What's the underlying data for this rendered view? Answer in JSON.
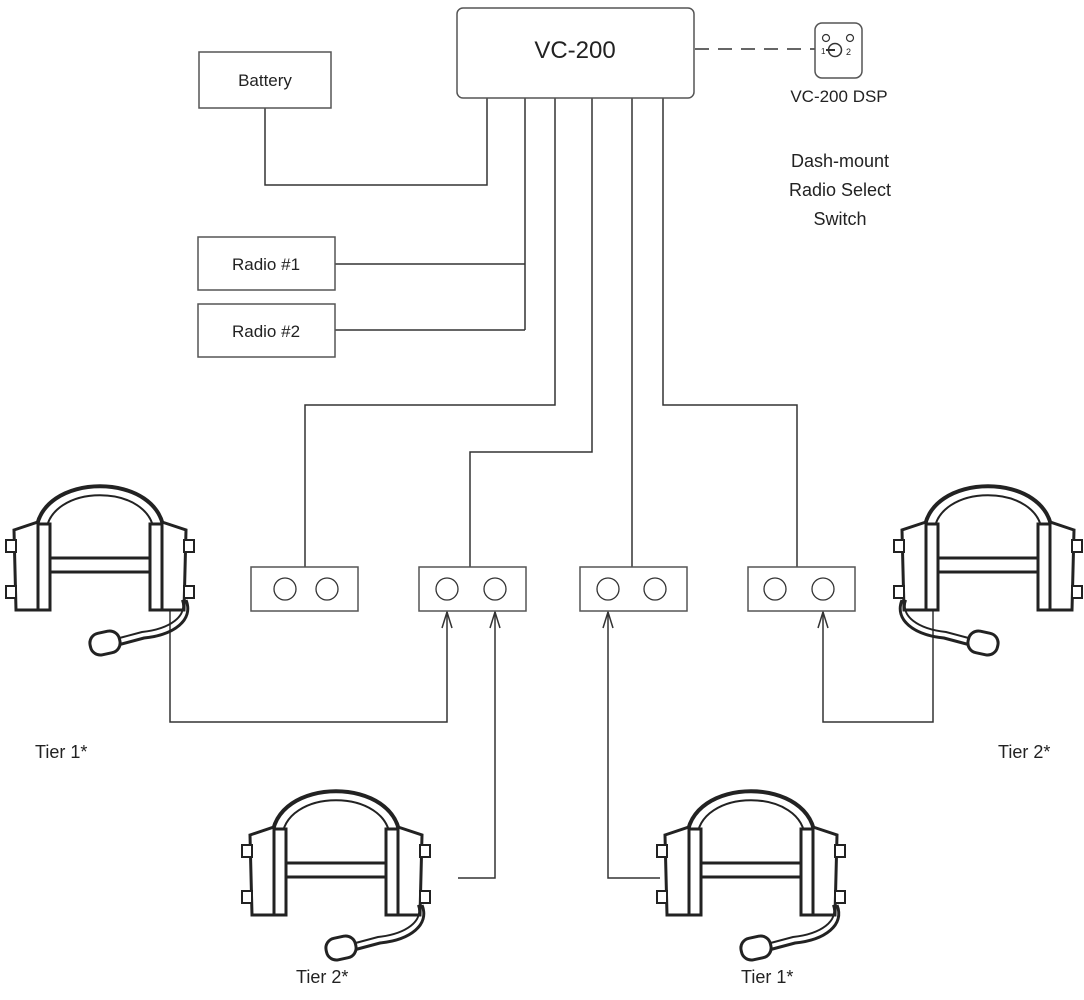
{
  "controller": {
    "label": "VC-200"
  },
  "battery": {
    "label": "Battery"
  },
  "radios": [
    {
      "label": "Radio #1"
    },
    {
      "label": "Radio #2"
    }
  ],
  "dsp": {
    "label": "VC-200 DSP",
    "switch_marks": [
      "1",
      "2"
    ]
  },
  "dash_mount": {
    "line1": "Dash-mount",
    "line2": "Radio Select",
    "line3": "Switch"
  },
  "headsets": [
    {
      "tier": "Tier 1*"
    },
    {
      "tier": "Tier 2*"
    },
    {
      "tier": "Tier 1*"
    },
    {
      "tier": "Tier 2*"
    }
  ],
  "jack_boxes": 4,
  "colors": {
    "line": "#333333",
    "box_border": "#555555",
    "text": "#222222",
    "headset_fill": "#ffffff"
  }
}
